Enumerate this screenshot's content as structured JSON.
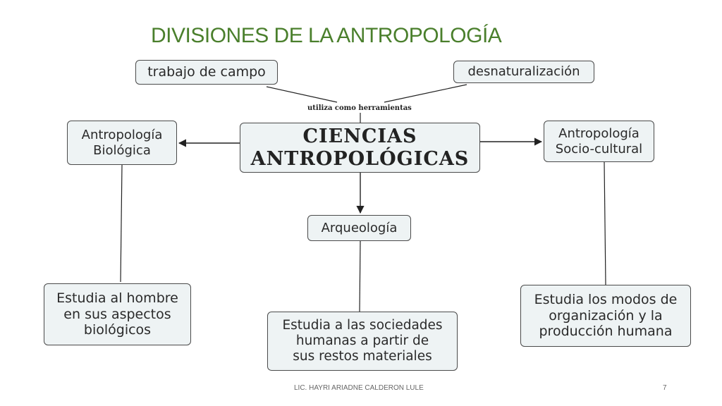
{
  "slide": {
    "title": "DIVISIONES DE LA ANTROPOLOGÍA",
    "footer": "LIC. HAYRI ARIADNE CALDERON LULE",
    "page_number": "7",
    "title_color": "#4a7f2c"
  },
  "diagram": {
    "nodes": {
      "trabajo": "trabajo de campo",
      "desnat": "desnaturalización",
      "central": "CIENCIAS\nANTROPOLÓGICAS",
      "biologica": "Antropología\nBiológica",
      "sociocultural": "Antropología\nSocio-cultural",
      "arqueologia": "Arqueología",
      "bio_desc": "Estudia al hombre\nen sus aspectos\nbiológicos",
      "arq_desc": "Estudia a las sociedades\nhumanas a partir de\nsus restos materiales",
      "soc_desc": "Estudia los modos de\norganización y la\nproducción humana"
    },
    "edge_label": "utiliza como herramientas"
  }
}
